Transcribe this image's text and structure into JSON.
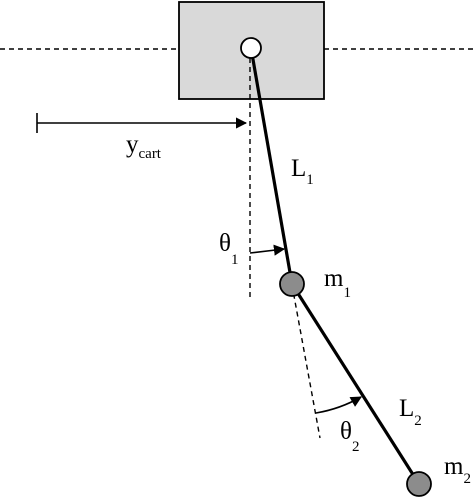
{
  "colors": {
    "cart_fill": "#d9d9d9",
    "mass_fill": "#8c8c8c",
    "pivot_fill": "#ffffff",
    "line": "#000000"
  },
  "labels": {
    "y_cart": {
      "main": "y",
      "sub": "cart"
    },
    "L1": {
      "main": "L",
      "sub": "1"
    },
    "L2": {
      "main": "L",
      "sub": "2"
    },
    "m1": {
      "main": "m",
      "sub": "1"
    },
    "m2": {
      "main": "m",
      "sub": "2"
    },
    "theta1": {
      "main": "θ",
      "sub": "1"
    },
    "theta2": {
      "main": "θ",
      "sub": "2"
    }
  }
}
